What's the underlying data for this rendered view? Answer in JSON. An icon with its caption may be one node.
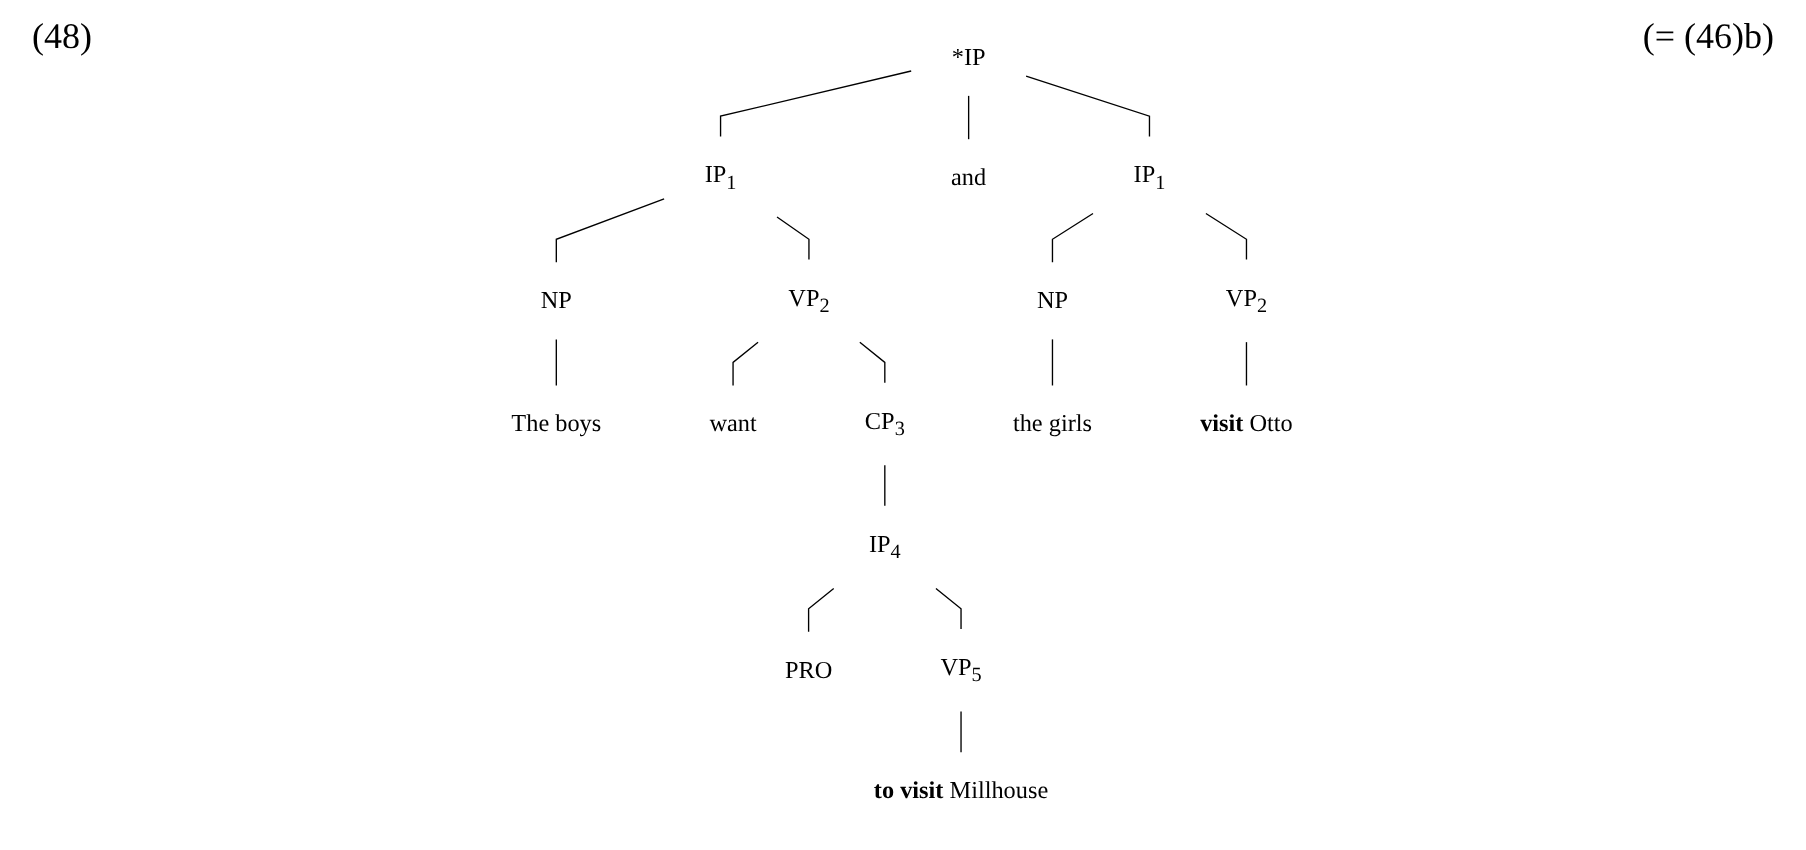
{
  "diagram": {
    "nodes": [
      {
        "text": [
          "*IP"
        ]
      },
      {
        "text": [
          "IP$_{1}$"
        ]
      },
      {
        "text": [
          "and"
        ]
      },
      {
        "text": [
          "IP$_{1}$"
        ]
      },
      {
        "text": [
          "NP"
        ]
      },
      {
        "text": [
          "VP$_{2}$"
        ]
      },
      {
        "text": [
          "NP"
        ]
      },
      {
        "text": [
          "VP$_{2}$"
        ]
      },
      {
        "text": [
          "The boys"
        ]
      },
      {
        "text": [
          "want"
        ]
      },
      {
        "text": [
          "CP$_{3}$"
        ]
      },
      {
        "text": [
          "the girls"
        ]
      },
      {
        "text": [
          "**visit** Otto"
        ]
      },
      {
        "text": [
          "IP$_{4}$"
        ]
      },
      {
        "text": [
          "PRO"
        ]
      },
      {
        "text": [
          "VP$_{5}$"
        ]
      },
      {
        "text": [
          "**to visit** Millhouse"
        ]
      }
    ],
    "edges": [
      {
        "from": 0,
        "to": 1,
        "arrow": "none"
      },
      {
        "from": 0,
        "to": 2,
        "arrow": "none"
      },
      {
        "from": 0,
        "to": 3,
        "arrow": "none"
      },
      {
        "from": 1,
        "to": 4,
        "arrow": "none"
      },
      {
        "from": 1,
        "to": 5,
        "arrow": "none"
      },
      {
        "from": 3,
        "to": 6,
        "arrow": "none"
      },
      {
        "from": 3,
        "to": 7,
        "arrow": "none"
      },
      {
        "from": 4,
        "to": 8,
        "arrow": "none"
      },
      {
        "from": 5,
        "to": 9,
        "arrow": "none"
      },
      {
        "from": 5,
        "to": 10,
        "arrow": "none"
      },
      {
        "from": 6,
        "to": 11,
        "arrow": "none"
      },
      {
        "from": 7,
        "to": 12,
        "arrow": "none"
      },
      {
        "from": 10,
        "to": 13,
        "arrow": "none"
      },
      {
        "from": 13,
        "to": 14,
        "arrow": "none"
      },
      {
        "from": 13,
        "to": 15,
        "arrow": "none"
      },
      {
        "from": 15,
        "to": 16,
        "arrow": "none"
      }
    ],
    "labels": [
      "(48)",
      "(= (46)b)"
    ]
  }
}
